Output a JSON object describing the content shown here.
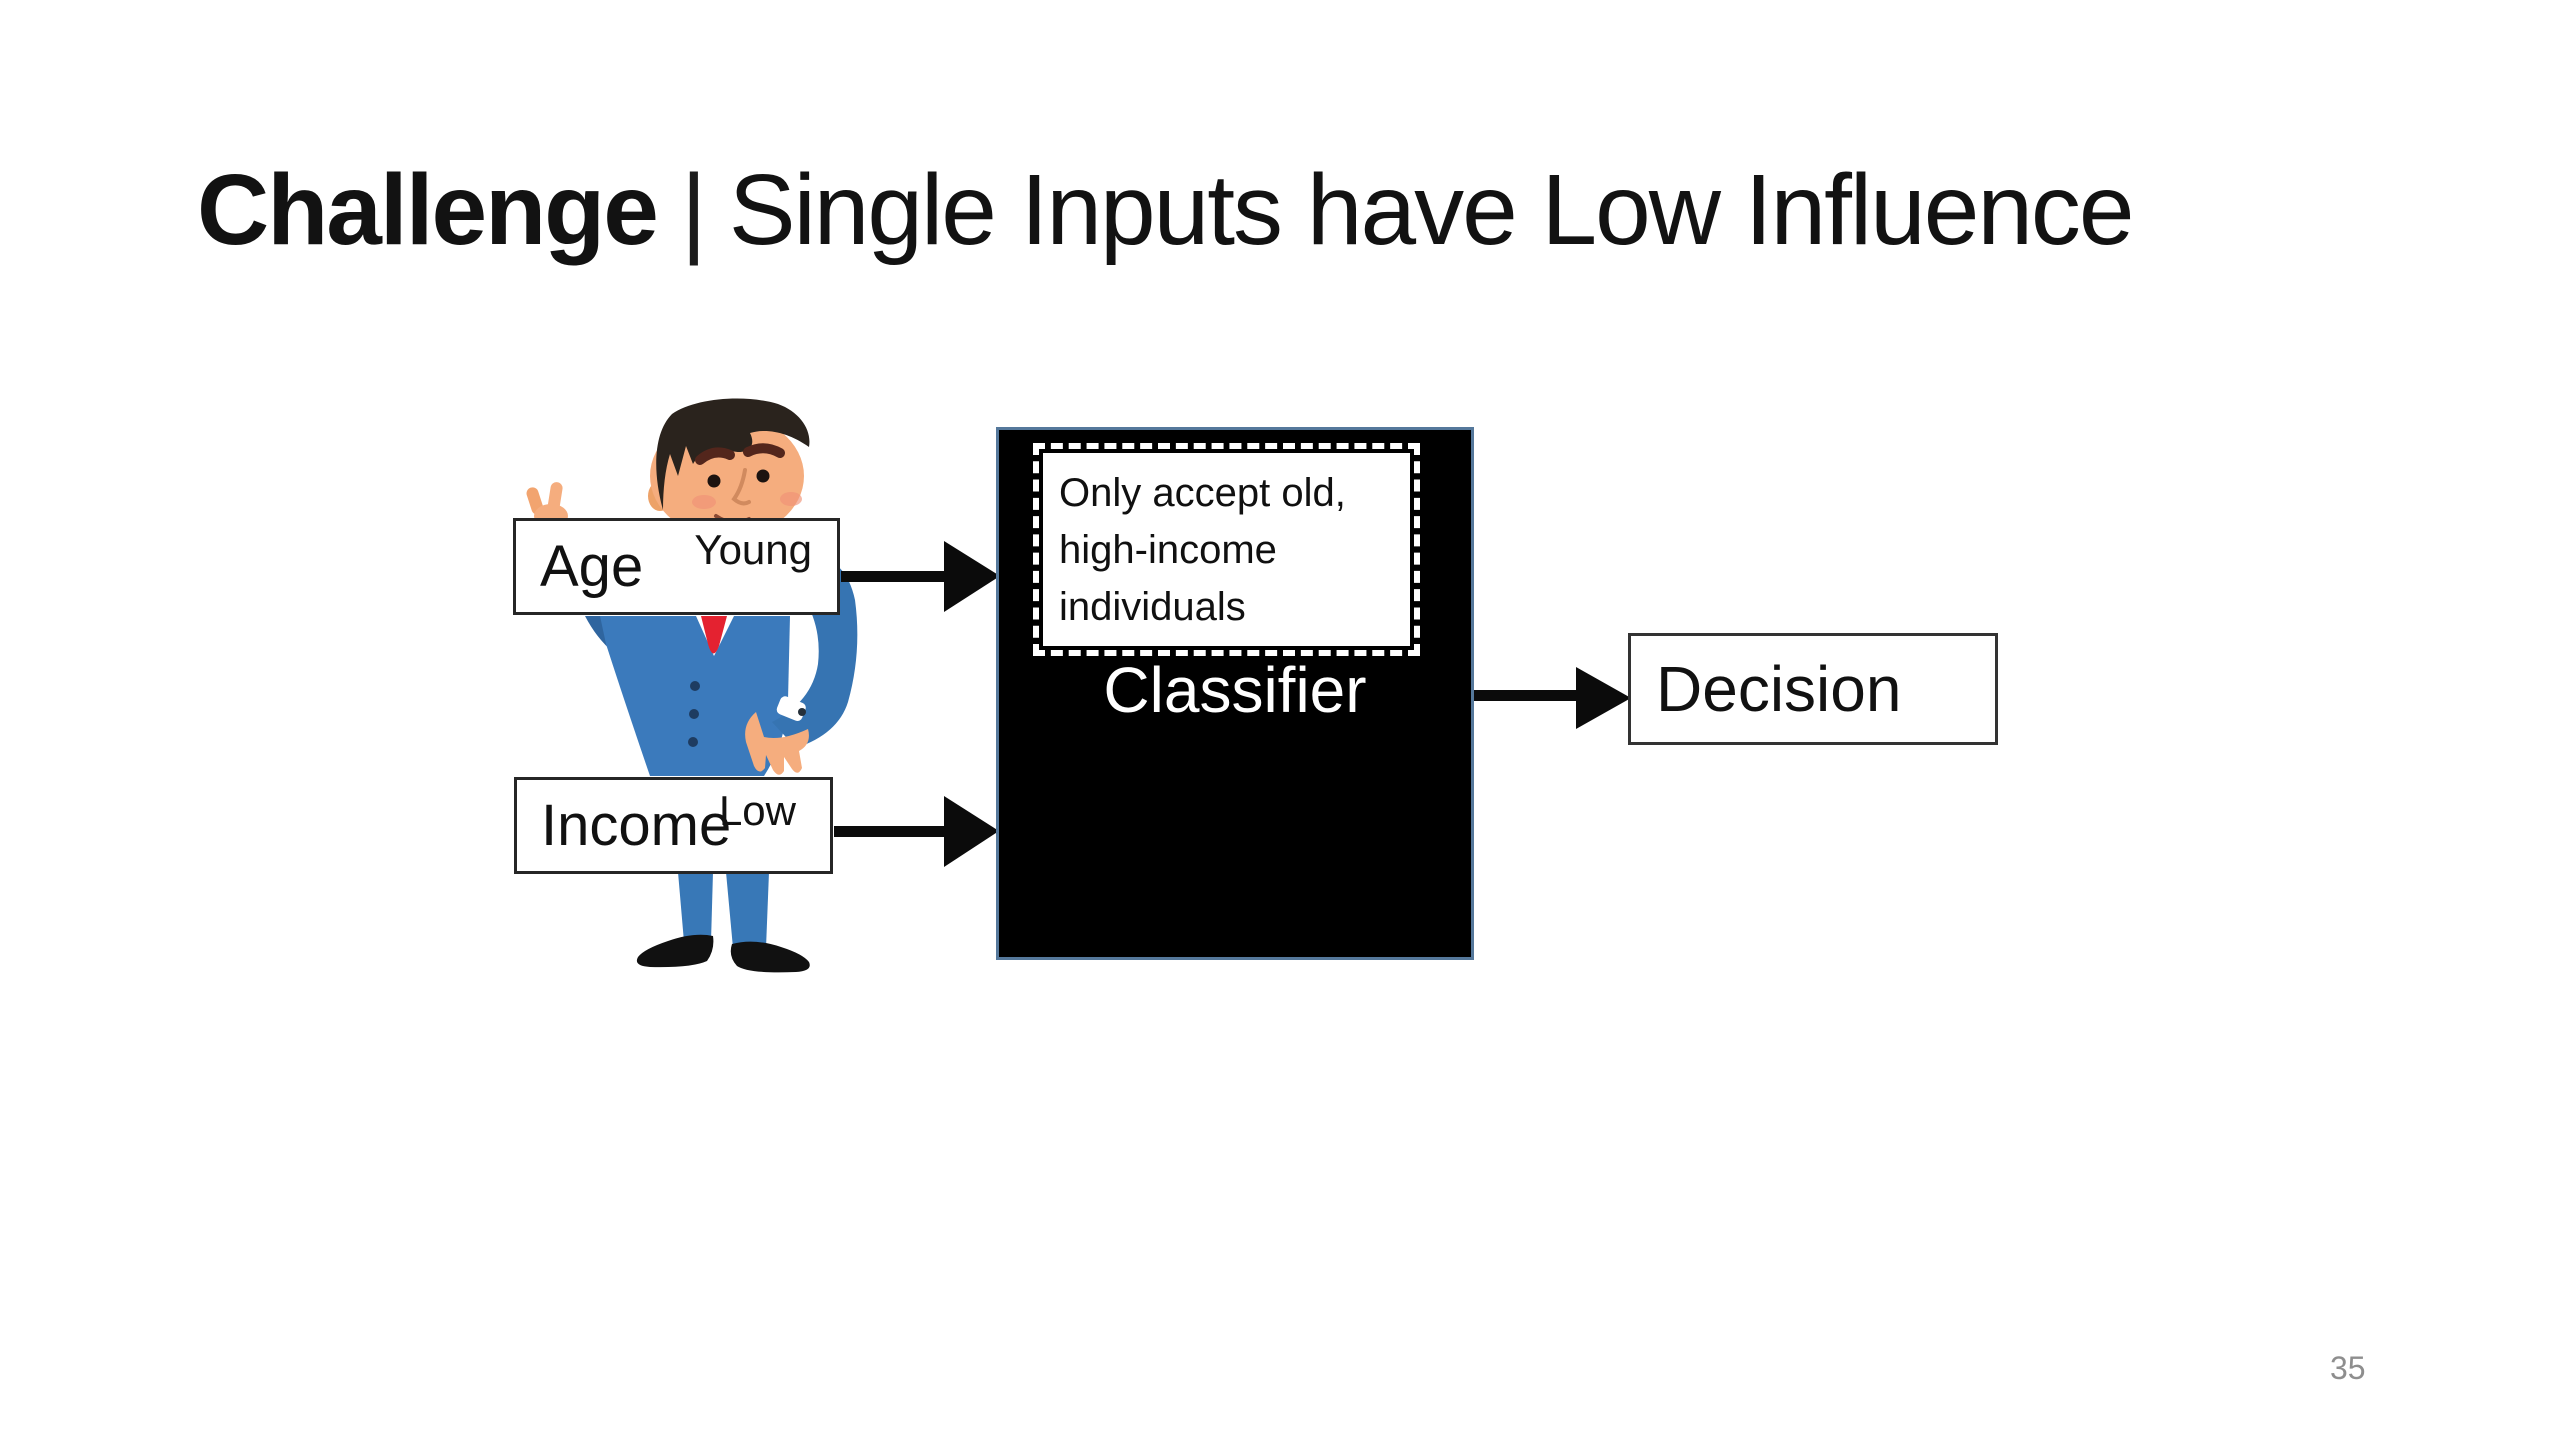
{
  "slide": {
    "title": {
      "emphasis": "Challenge",
      "divider": "|",
      "rest": "Single Inputs have Low Influence"
    },
    "page_number": "35"
  },
  "diagram": {
    "age_box": {
      "label": "Age",
      "value": "Young"
    },
    "income_box": {
      "label": "Income",
      "value": "Low"
    },
    "classifier": {
      "note": "Only accept old,\nhigh-income\nindividuals",
      "label": "Classifier"
    },
    "decision_box": {
      "label": "Decision"
    },
    "illustration": "businessman-holding-signs"
  },
  "colors": {
    "background": "#ffffff",
    "text": "#121212",
    "classifier_fill": "#000000",
    "classifier_border": "#55789b",
    "classifier_text": "#ffffff",
    "note_fill": "#ffffff",
    "box_border": "#262626",
    "arrow": "#0b0b0b",
    "suit_blue": "#3b7abc",
    "suit_blue_dark": "#2f659f",
    "tie_red": "#e42230",
    "skin": "#f5ad7e",
    "hair": "#2a231d",
    "page_number_gray": "#8e8e8e"
  }
}
